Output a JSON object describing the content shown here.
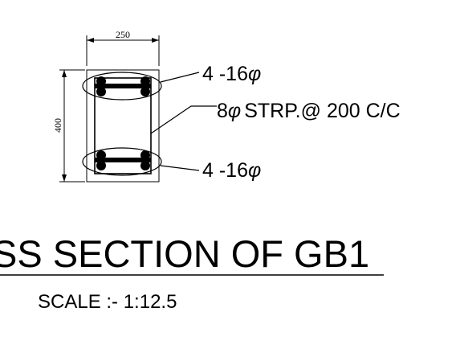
{
  "section": {
    "width_dim": "250",
    "depth_dim": "400",
    "top_bars": "4 -16",
    "stirrups": "8",
    "stirrup_spec": "STRP.@ 200 C/C",
    "bottom_bars": "4 -16",
    "bar_symbol": "φ"
  },
  "title": "SS SECTION OF GB1",
  "scale": "SCALE :- 1:12.5"
}
